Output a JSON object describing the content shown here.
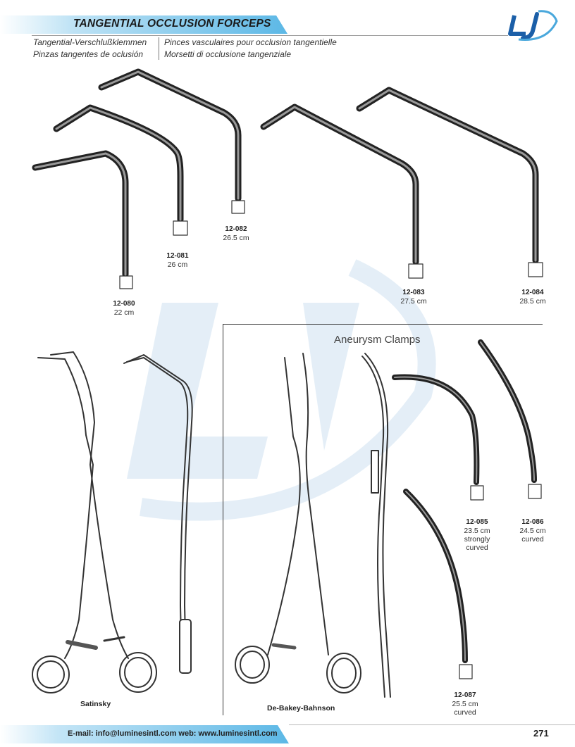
{
  "header": {
    "title": "TANGENTIAL OCCLUSION FORCEPS",
    "subtitles": {
      "de": "Tangential-Verschlußklemmen",
      "fr": "Pinces vasculaires pour occlusion tangentielle",
      "es": "Pinzas tangentes de oclusión",
      "it": "Morsetti di occlusione tangenziale"
    },
    "brand_color": "#4aa8dc",
    "accent_color": "#1b5fa8"
  },
  "products": [
    {
      "code": "12-080",
      "size": "22 cm"
    },
    {
      "code": "12-081",
      "size": "26 cm"
    },
    {
      "code": "12-082",
      "size": "26.5 cm"
    },
    {
      "code": "12-083",
      "size": "27.5 cm"
    },
    {
      "code": "12-084",
      "size": "28.5 cm"
    }
  ],
  "illustrations": {
    "satinsky": "Satinsky",
    "debakey": "De-Bakey-Bahnson"
  },
  "aneurysm": {
    "title": "Aneurysm Clamps",
    "items": [
      {
        "code": "12-085",
        "size": "23.5 cm",
        "line1": "strongly",
        "line2": "curved"
      },
      {
        "code": "12-086",
        "size": "24.5 cm",
        "line1": "curved"
      },
      {
        "code": "12-087",
        "size": "25.5 cm",
        "line1": "curved"
      }
    ]
  },
  "footer": {
    "contact": "E-mail: info@luminesintl.com  web: www.luminesintl.com",
    "page": "271"
  }
}
